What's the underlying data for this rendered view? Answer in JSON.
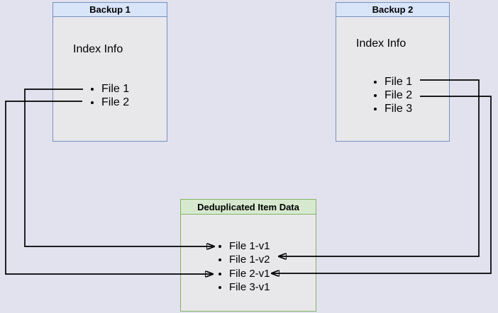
{
  "colors": {
    "bg": "#e2e2ee",
    "box_fill": "#e8e7ea",
    "blue_fill": "#d8e4f8",
    "blue_border": "#7591c2",
    "green_fill": "#d6e9cf",
    "green_border": "#82b366",
    "line": "#000000"
  },
  "boxes": {
    "backup1": {
      "title": "Backup 1",
      "subtitle": "Index Info",
      "items": [
        "File 1",
        "File 2"
      ]
    },
    "backup2": {
      "title": "Backup 2",
      "subtitle": "Index Info",
      "items": [
        "File 1",
        "File 2",
        "File 3"
      ]
    },
    "dedup": {
      "title": "Deduplicated Item Data",
      "items": [
        "File 1-v1",
        "File 1-v2",
        "File 2-v1",
        "File 3-v1"
      ]
    }
  },
  "arrows": [
    {
      "from": "Backup 1 / File 1",
      "to": "Deduplicated Item Data / File 1-v1"
    },
    {
      "from": "Backup 1 / File 2",
      "to": "Deduplicated Item Data / File 2-v1"
    },
    {
      "from": "Backup 2 / File 1",
      "to": "Deduplicated Item Data / File 1-v2"
    },
    {
      "from": "Backup 2 / File 2",
      "to": "Deduplicated Item Data / File 2-v1"
    }
  ]
}
